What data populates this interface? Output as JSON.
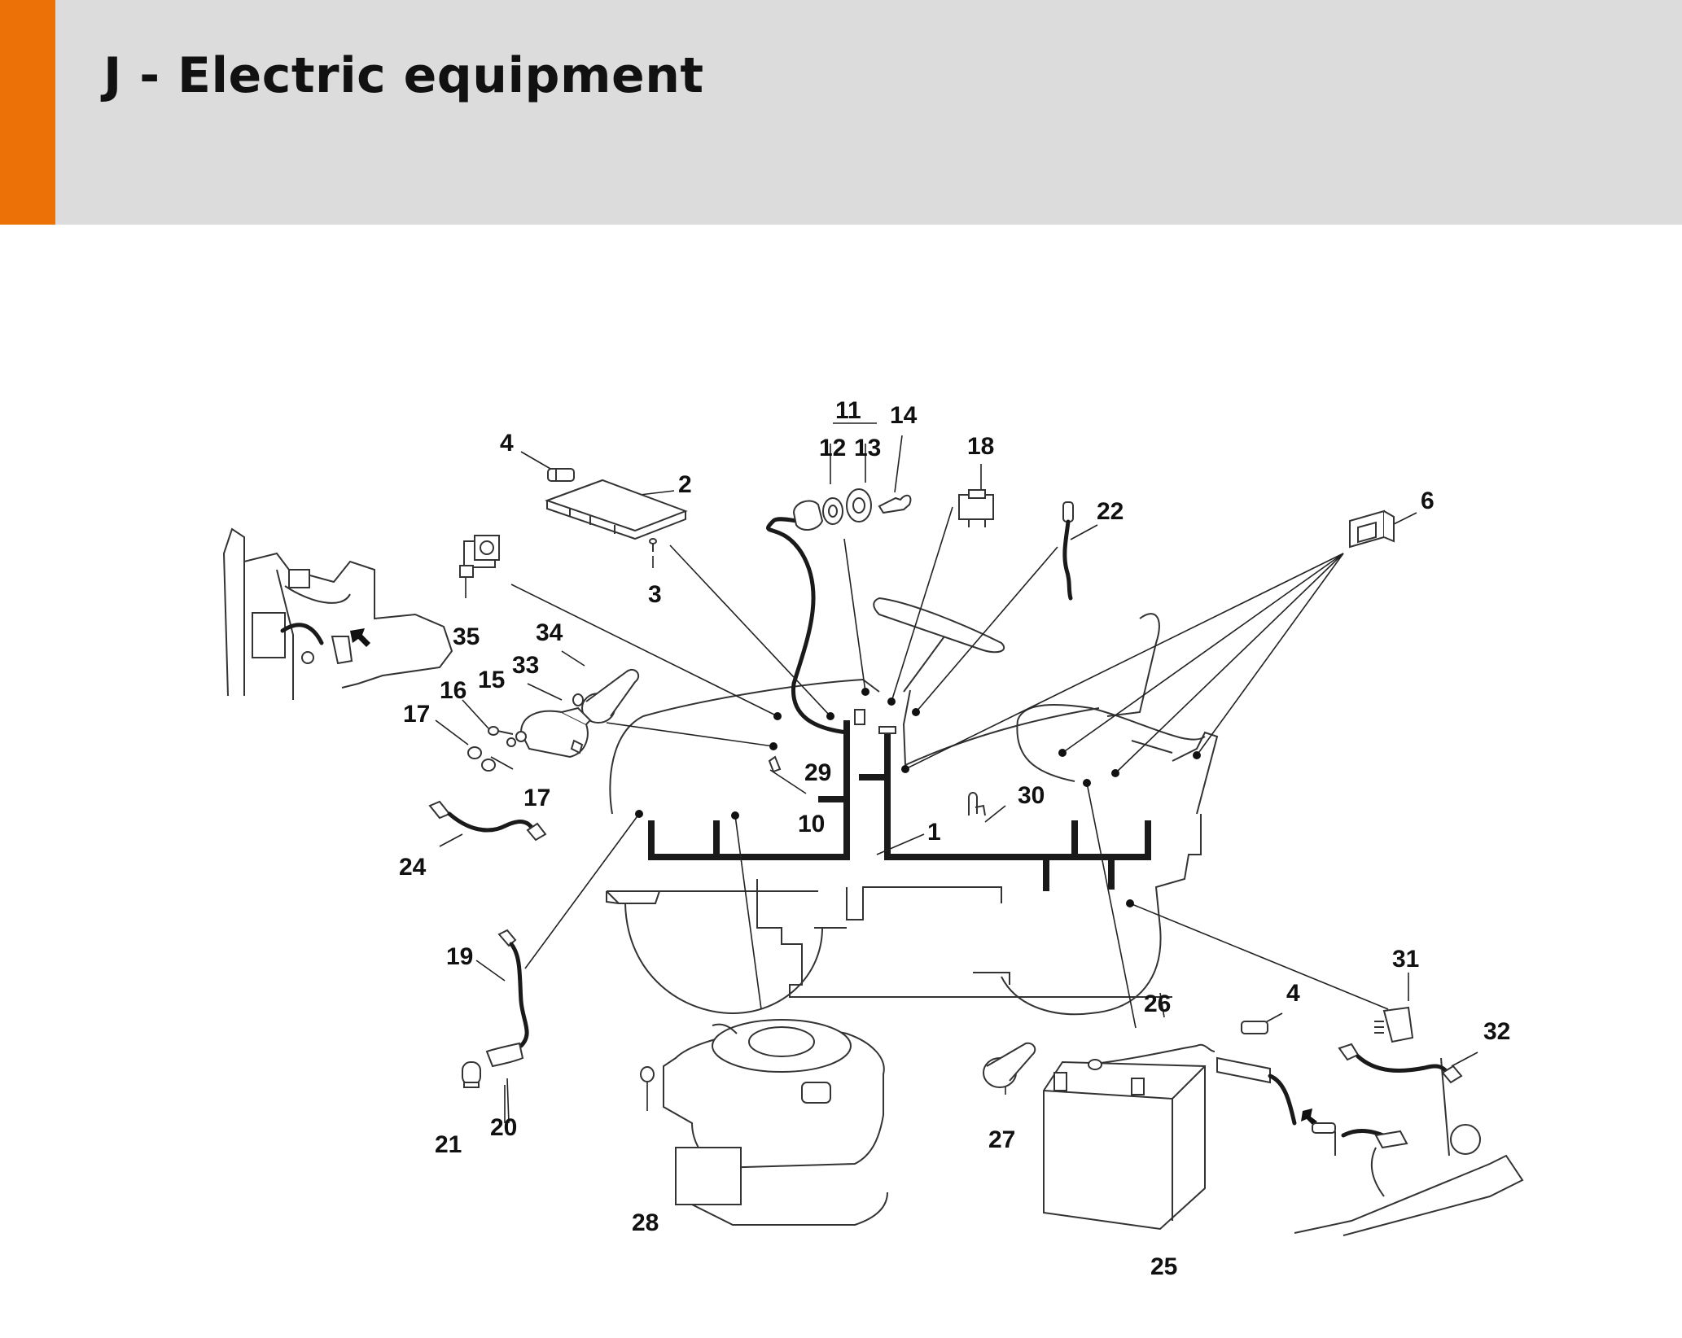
{
  "header": {
    "title": "J - Electric equipment",
    "accent_color": "#ec7207",
    "background_color": "#dcdcdc"
  },
  "diagram": {
    "callouts": [
      "1",
      "2",
      "3",
      "4",
      "6",
      "10",
      "11",
      "12",
      "13",
      "14",
      "15",
      "16",
      "17",
      "18",
      "19",
      "20",
      "21",
      "22",
      "24",
      "25",
      "26",
      "27",
      "28",
      "29",
      "30",
      "31",
      "32",
      "33",
      "34",
      "35"
    ],
    "labels": {
      "l1": "1",
      "l2": "2",
      "l3": "3",
      "l4a": "4",
      "l4b": "4",
      "l6": "6",
      "l10": "10",
      "l11": "11",
      "l12": "12",
      "l13": "13",
      "l14": "14",
      "l15": "15",
      "l16": "16",
      "l17a": "17",
      "l17b": "17",
      "l18": "18",
      "l19": "19",
      "l20": "20",
      "l21": "21",
      "l22": "22",
      "l24": "24",
      "l25": "25",
      "l26": "26",
      "l27": "27",
      "l28": "28",
      "l29": "29",
      "l30": "30",
      "l31": "31",
      "l32": "32",
      "l33": "33",
      "l34": "34",
      "l35": "35"
    }
  }
}
